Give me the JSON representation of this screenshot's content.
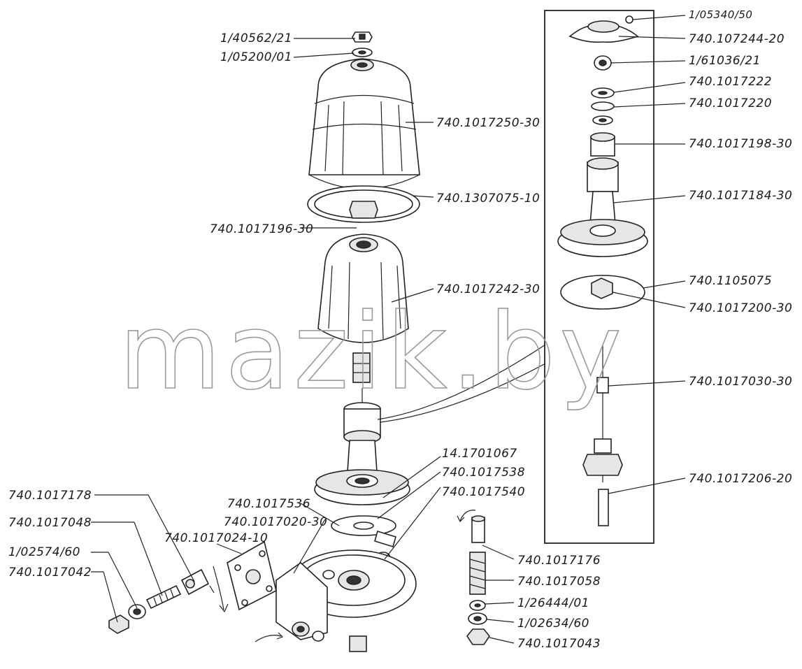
{
  "watermark": "mazik.by",
  "labels": {
    "top_nut": "1/40562/21",
    "top_washer": "1/05200/01",
    "cover": "740.1017250-30",
    "cover_gasket": "740.1307075-10",
    "gasket": "740.1017196-30",
    "filter_element": "740.1017242-30",
    "seal": "14.1701067",
    "valve": "740.1017538",
    "valve_spring": "740.1017540",
    "ring": "740.1017536",
    "body": "740.1017020-30",
    "cover_plate": "740.1017024-10",
    "plug_a": "740.1017178",
    "spring_a": "740.1017048",
    "washer_a": "1/02574/60",
    "plug_b": "740.1017042",
    "sleeve": "740.1017176",
    "spring_b": "740.1017058",
    "washer_b1": "1/26444/01",
    "washer_b2": "1/02634/60",
    "plug_c": "740.1017043",
    "pin": "1/05340/50",
    "bracket": "740.107244-20",
    "nut": "1/61036/21",
    "washer_1": "740.1017222",
    "washer_2": "740.1017220",
    "bushing": "740.1017198-30",
    "rotor": "740.1017184-30",
    "disc_gasket": "740.1105075",
    "nut_2": "740.1017200-30",
    "shaft": "740.1017030-30",
    "rod": "740.1017206-20"
  }
}
